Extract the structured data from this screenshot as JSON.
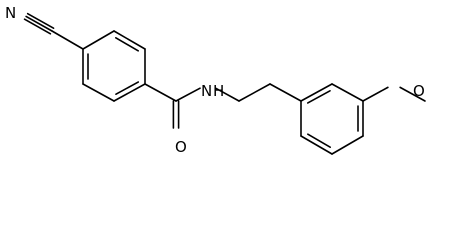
{
  "structure": {
    "atoms": [
      {
        "symbol": "N",
        "role": "nitrile-nitrogen"
      },
      {
        "symbol": "C",
        "role": "nitrile-carbon"
      },
      {
        "symbol": "C"
      },
      {
        "symbol": "C"
      },
      {
        "symbol": "C"
      },
      {
        "symbol": "C"
      },
      {
        "symbol": "C"
      },
      {
        "symbol": "C"
      },
      {
        "symbol": "C",
        "role": "carbonyl-carbon"
      },
      {
        "symbol": "O",
        "role": "carbonyl-oxygen"
      },
      {
        "symbol": "N",
        "role": "amide-nitrogen"
      },
      {
        "symbol": "C"
      },
      {
        "symbol": "C"
      },
      {
        "symbol": "C"
      },
      {
        "symbol": "C"
      },
      {
        "symbol": "C"
      },
      {
        "symbol": "C"
      },
      {
        "symbol": "C"
      },
      {
        "symbol": "C"
      },
      {
        "symbol": "O",
        "role": "ether-oxygen"
      },
      {
        "symbol": "C",
        "role": "methyl-carbon"
      }
    ],
    "bonds": [
      {
        "from": 0,
        "to": 1,
        "order": 3
      },
      {
        "from": 1,
        "to": 2,
        "order": 1
      },
      {
        "from": 2,
        "to": 3,
        "order": 2
      },
      {
        "from": 3,
        "to": 4,
        "order": 1
      },
      {
        "from": 4,
        "to": 5,
        "order": 2
      },
      {
        "from": 5,
        "to": 6,
        "order": 1
      },
      {
        "from": 6,
        "to": 7,
        "order": 2
      },
      {
        "from": 7,
        "to": 2,
        "order": 1
      },
      {
        "from": 5,
        "to": 8,
        "order": 1
      },
      {
        "from": 8,
        "to": 9,
        "order": 2
      },
      {
        "from": 8,
        "to": 10,
        "order": 1
      },
      {
        "from": 10,
        "to": 11,
        "order": 1
      },
      {
        "from": 11,
        "to": 12,
        "order": 1
      },
      {
        "from": 12,
        "to": 13,
        "order": 1
      },
      {
        "from": 13,
        "to": 14,
        "order": 2
      },
      {
        "from": 14,
        "to": 15,
        "order": 1
      },
      {
        "from": 15,
        "to": 16,
        "order": 2
      },
      {
        "from": 16,
        "to": 17,
        "order": 1
      },
      {
        "from": 17,
        "to": 18,
        "order": 2
      },
      {
        "from": 18,
        "to": 13,
        "order": 1
      },
      {
        "from": 15,
        "to": 19,
        "order": 1
      },
      {
        "from": 19,
        "to": 20,
        "order": 1
      }
    ],
    "labels": {
      "nitrile_n": "N",
      "carbonyl_o": "O",
      "amide_nh": "N",
      "amide_h": "H",
      "ether_o": "O"
    }
  }
}
